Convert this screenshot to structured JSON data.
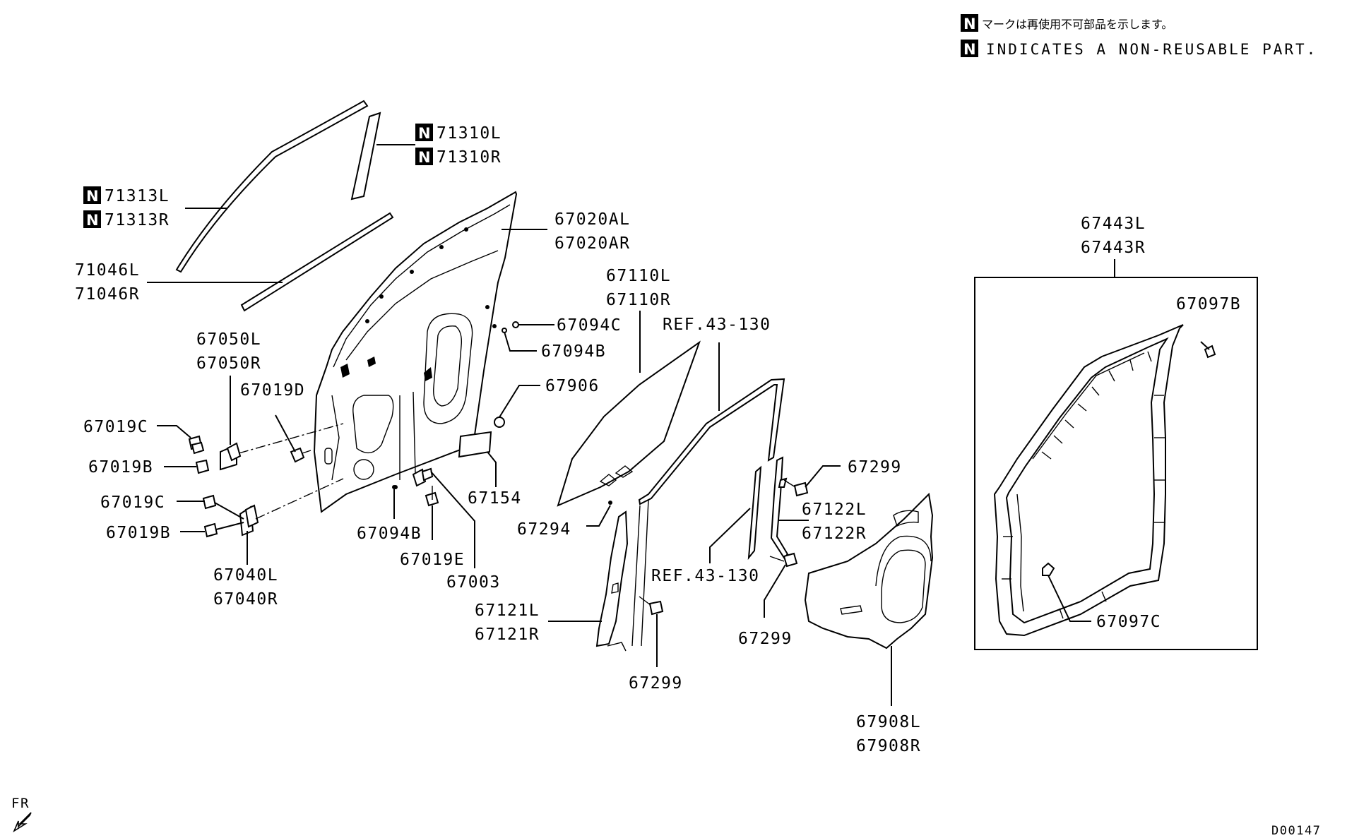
{
  "legend": {
    "n_mark": "N",
    "line_jp": "マークは再使用不可部品を示します。",
    "line_en": "INDICATES A NON-REUSABLE PART."
  },
  "labels": {
    "p71310L": "71310L",
    "p71310R": "71310R",
    "p71313L": "71313L",
    "p71313R": "71313R",
    "p71046L": "71046L",
    "p71046R": "71046R",
    "p67020AL": "67020AL",
    "p67020AR": "67020AR",
    "p67094C": "67094C",
    "p67094B_top": "67094B",
    "p67906": "67906",
    "p67154": "67154",
    "p67050L": "67050L",
    "p67050R": "67050R",
    "p67019D": "67019D",
    "p67019C_top": "67019C",
    "p67019B_top": "67019B",
    "p67019C_bot": "67019C",
    "p67019B_bot": "67019B",
    "p67040L": "67040L",
    "p67040R": "67040R",
    "p67094B_bot": "67094B",
    "p67019E": "67019E",
    "p67003": "67003",
    "p67110L": "67110L",
    "p67110R": "67110R",
    "ref_top": "REF.43-130",
    "ref_bot": "REF.43-130",
    "p67294": "67294",
    "p67121L": "67121L",
    "p67121R": "67121R",
    "p67299_a": "67299",
    "p67299_b": "67299",
    "p67299_c": "67299",
    "p67122L": "67122L",
    "p67122R": "67122R",
    "p67908L": "67908L",
    "p67908R": "67908R",
    "p67443L": "67443L",
    "p67443R": "67443R",
    "p67097B": "67097B",
    "p67097C": "67097C"
  },
  "front_indicator": "FR",
  "figure_code": "D00147"
}
